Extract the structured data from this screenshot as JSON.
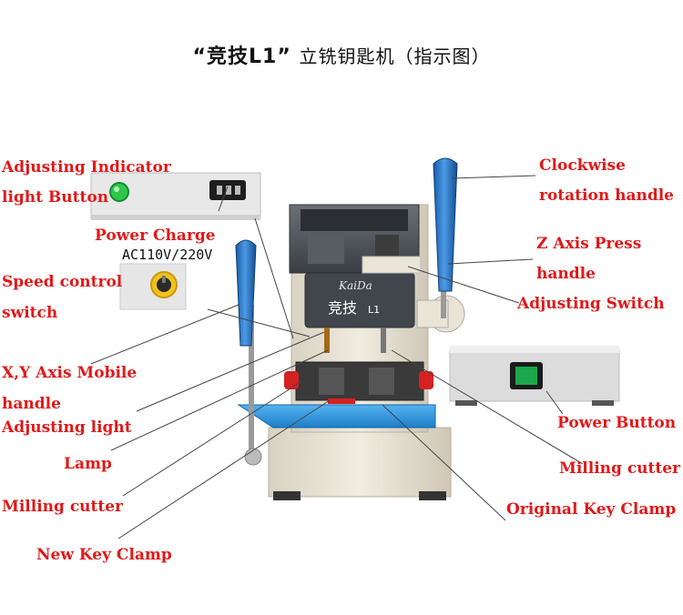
{
  "title": {
    "main": "“竞技L1”",
    "sub": "立铣钥匙机（指示图）"
  },
  "labels": {
    "adjusting_indicator_1": "Adjusting Indicator",
    "adjusting_indicator_2": "light Button",
    "power_charge": "Power Charge",
    "power_voltage": "AC110V/220V",
    "speed_control_1": "Speed control",
    "speed_control_2": "switch",
    "xy_axis_1": "X,Y Axis Mobile",
    "xy_axis_2": "handle",
    "adjusting_light": "Adjusting light",
    "lamp": "Lamp",
    "milling_cutter_left": "Milling cutter",
    "new_key_clamp": "New Key Clamp",
    "clockwise_1": "Clockwise",
    "clockwise_2": "rotation  handle",
    "z_axis_1": "Z Axis Press",
    "z_axis_2": "handle",
    "adjusting_switch": "Adjusting Switch",
    "power_button": "Power Button",
    "milling_cutter_right": "Milling cutter",
    "original_key_clamp": "Original Key Clamp"
  },
  "machine": {
    "brand": "KaiDa",
    "model_cn": "竞技",
    "model_code": "L1"
  },
  "colors": {
    "label_red": "#e11919",
    "handle_blue": "#1f6fc4",
    "tray_blue": "#2f97e0",
    "clamp_red": "#d42121",
    "body_cream": "#e9e4d6",
    "head_dark": "#4a4f55",
    "indicator_green": "#2ec74a",
    "switch_green": "#1aa84a"
  }
}
